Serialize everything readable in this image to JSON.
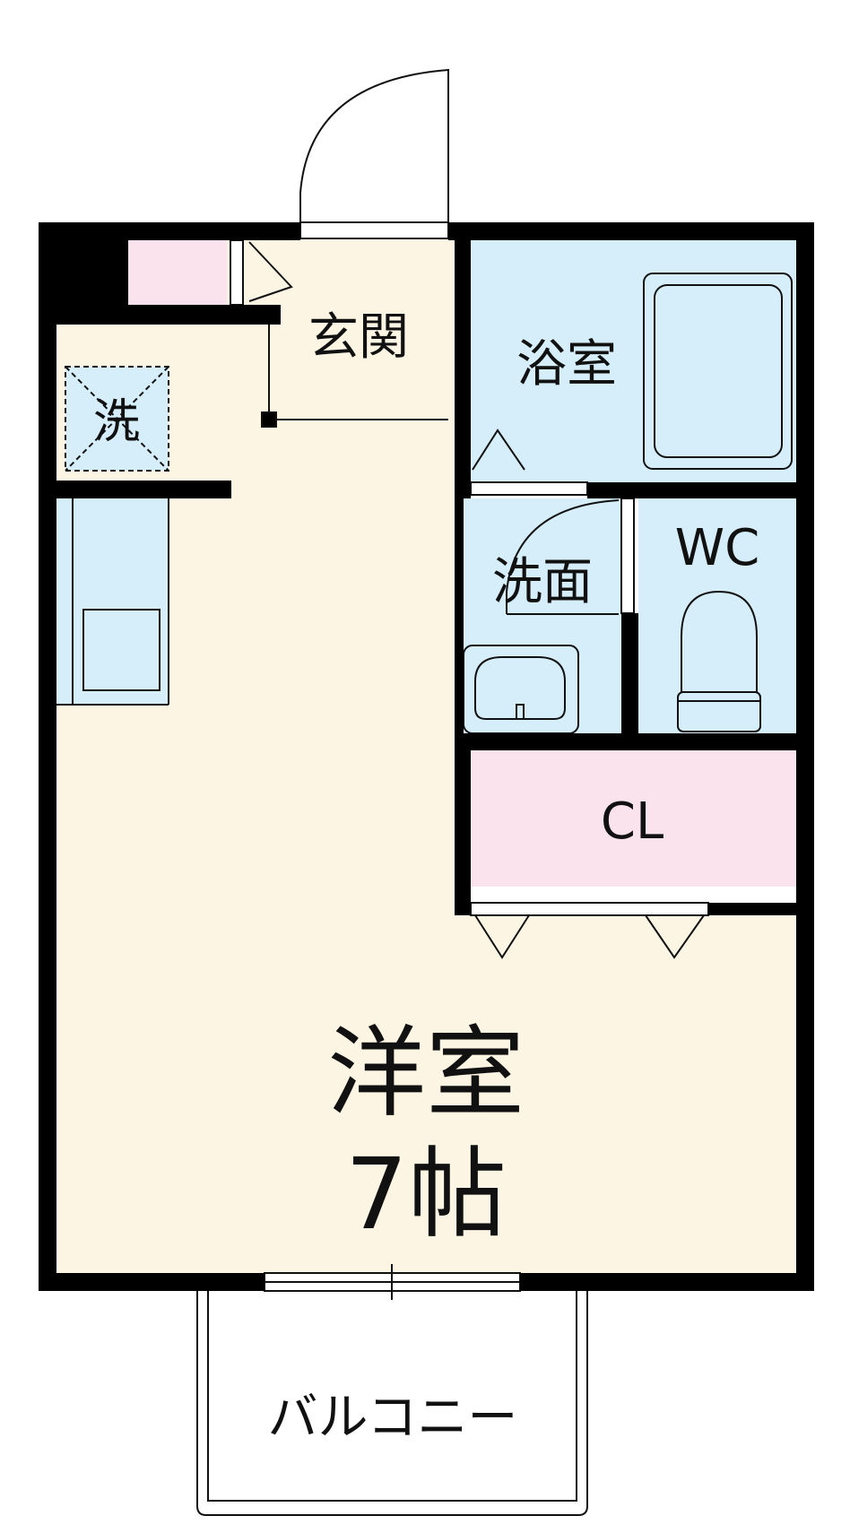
{
  "rooms": {
    "entrance": "玄関",
    "bath": "浴室",
    "washer": "洗",
    "washroom": "洗面",
    "wc": "WC",
    "closet": "CL",
    "main_name": "洋室",
    "main_size": "7帖",
    "balcony": "バルコニー"
  },
  "colors": {
    "floor": "#fdf5e4",
    "water_area": "#d5eefa",
    "storage": "#fbe3ee",
    "wall": "#000000"
  }
}
